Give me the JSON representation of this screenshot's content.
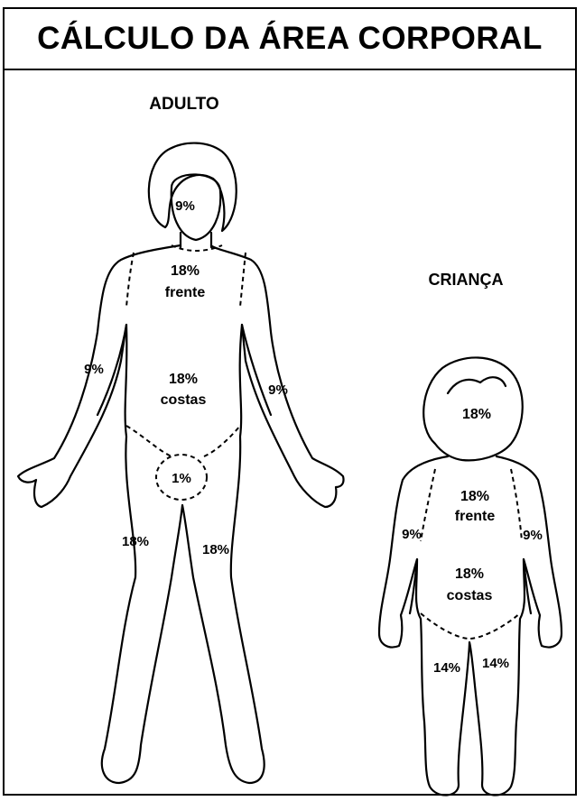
{
  "title": "CÁLCULO DA ÁREA CORPORAL",
  "adult": {
    "heading": "ADULTO",
    "head": "9%",
    "chest_value": "18%",
    "chest_word": "frente",
    "back_value": "18%",
    "back_word": "costas",
    "left_arm": "9%",
    "right_arm": "9%",
    "genital": "1%",
    "left_leg": "18%",
    "right_leg": "18%"
  },
  "child": {
    "heading": "CRIANÇA",
    "head": "18%",
    "chest_value": "18%",
    "chest_word": "frente",
    "back_value": "18%",
    "back_word": "costas",
    "left_arm": "9%",
    "right_arm": "9%",
    "left_leg": "14%",
    "right_leg": "14%"
  }
}
